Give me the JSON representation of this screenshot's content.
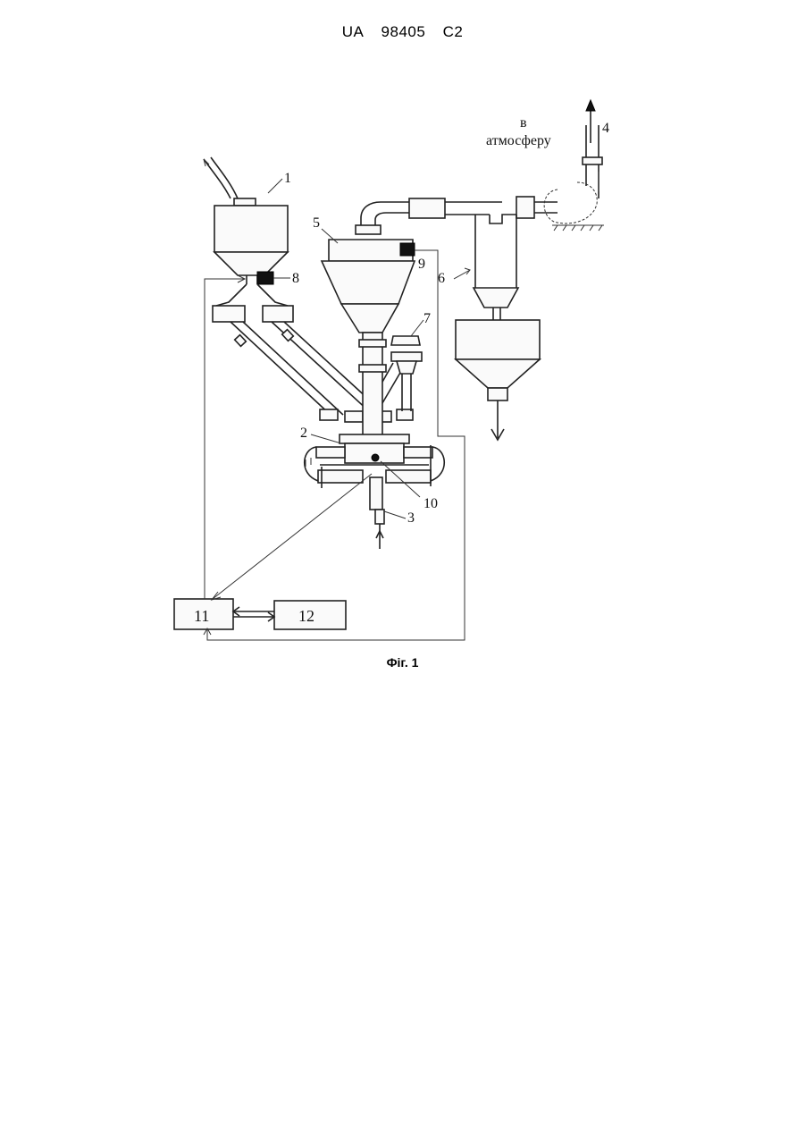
{
  "header": {
    "country": "UA",
    "number": "98405",
    "kind": "C2"
  },
  "figure": {
    "exhaust_label_line1": "в",
    "exhaust_label_line2": "атмосферу",
    "labels": {
      "n1": "1",
      "n2": "2",
      "n3": "3",
      "n4": "4",
      "n5": "5",
      "n6": "6",
      "n7": "7",
      "n8": "8",
      "n9": "9",
      "n10": "10",
      "n11": "11",
      "n12": "12"
    },
    "caption": "Фіг. 1"
  }
}
